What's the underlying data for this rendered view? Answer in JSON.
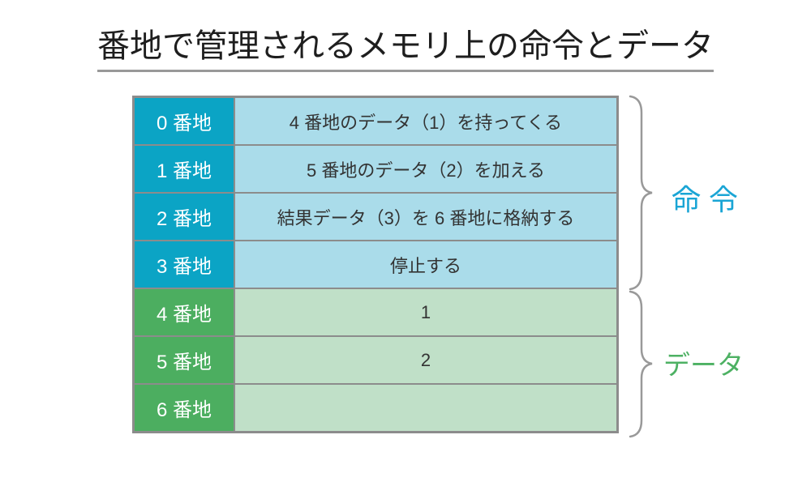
{
  "title": "番地で管理されるメモリ上の命令とデータ",
  "memory_table": {
    "rows": [
      {
        "address": "0 番地",
        "content": "4 番地のデータ（1）を持ってくる",
        "type": "instruction"
      },
      {
        "address": "1 番地",
        "content": "5 番地のデータ（2）を加える",
        "type": "instruction"
      },
      {
        "address": "2 番地",
        "content": "結果データ（3）を 6 番地に格納する",
        "type": "instruction"
      },
      {
        "address": "3 番地",
        "content": "停止する",
        "type": "instruction"
      },
      {
        "address": "4 番地",
        "content": "1",
        "type": "data"
      },
      {
        "address": "5 番地",
        "content": "2",
        "type": "data"
      },
      {
        "address": "6 番地",
        "content": "",
        "type": "data"
      }
    ]
  },
  "annotations": {
    "instructions_label": "命 令",
    "data_label": "データ"
  },
  "colors": {
    "title_color": "#1e1e1e",
    "rule_color": "#999999",
    "border": "#8c8c8c",
    "address_instruction_bg": "#0ba4c5",
    "instruction_bg": "#aadcea",
    "address_data_bg": "#4cae60",
    "data_bg": "#c0e0c8",
    "brace_color": "#999999",
    "instructions_label_color": "#1aa5d5",
    "data_label_color": "#4db163"
  }
}
